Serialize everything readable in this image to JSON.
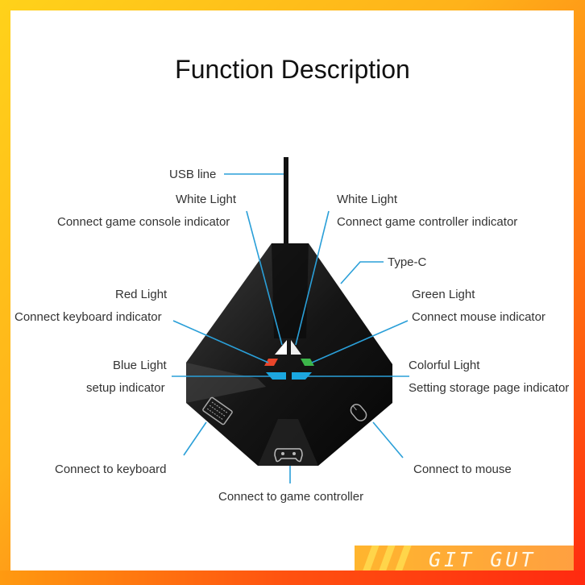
{
  "title": "Function Description",
  "labels": {
    "usb": "USB line",
    "white_left": "White Light",
    "console": "Connect game console indicator",
    "white_right": "White Light",
    "controller_ind": "Connect game controller indicator",
    "typec": "Type-C",
    "red": "Red Light",
    "keyboard_ind": "Connect keyboard indicator",
    "green": "Green Light",
    "mouse_ind": "Connect mouse indicator",
    "blue": "Blue Light",
    "setup": "setup indicator",
    "colorful": "Colorful Light",
    "storage": "Setting storage page indicator",
    "keyboard": "Connect to keyboard",
    "mouse": "Connect to mouse",
    "gamepad": "Connect to game controller"
  },
  "logo": "GIT GUT",
  "colors": {
    "line": "#2a9fd8",
    "red": "#e8452a",
    "green": "#3cb54a",
    "blue": "#1aa7e0",
    "device": "#1a1a1a"
  }
}
